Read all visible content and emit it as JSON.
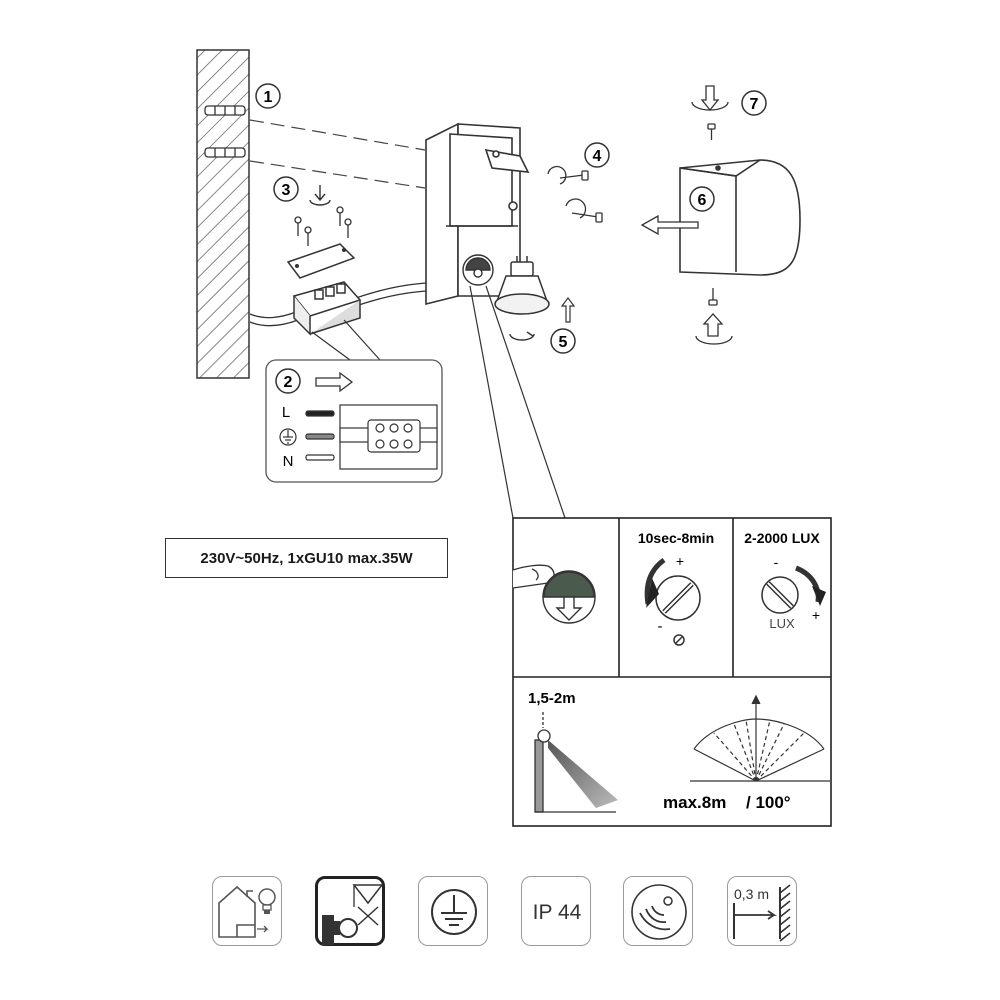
{
  "steps": {
    "s1": "1",
    "s2": "2",
    "s3": "3",
    "s4": "4",
    "s5": "5",
    "s6": "6",
    "s7": "7"
  },
  "wiring": {
    "live": "L",
    "neutral": "N"
  },
  "spec_label": "230V~50Hz, 1xGU10 max.35W",
  "panel": {
    "time_label": "10sec-8min",
    "lux_label": "2-2000 LUX",
    "lux_dial": "LUX",
    "plus": "+",
    "minus": "-",
    "mount_height": "1,5-2m",
    "range": "max.8m",
    "angle": "/ 100°"
  },
  "symbols": [
    {
      "name": "outdoor-lamp-icon"
    },
    {
      "name": "no-direct-light-icon"
    },
    {
      "name": "ground-symbol-icon"
    },
    {
      "name": "ip-rating-icon",
      "text": "IP 44"
    },
    {
      "name": "motion-sensor-icon"
    },
    {
      "name": "min-distance-icon",
      "text": "0,3 m"
    }
  ]
}
